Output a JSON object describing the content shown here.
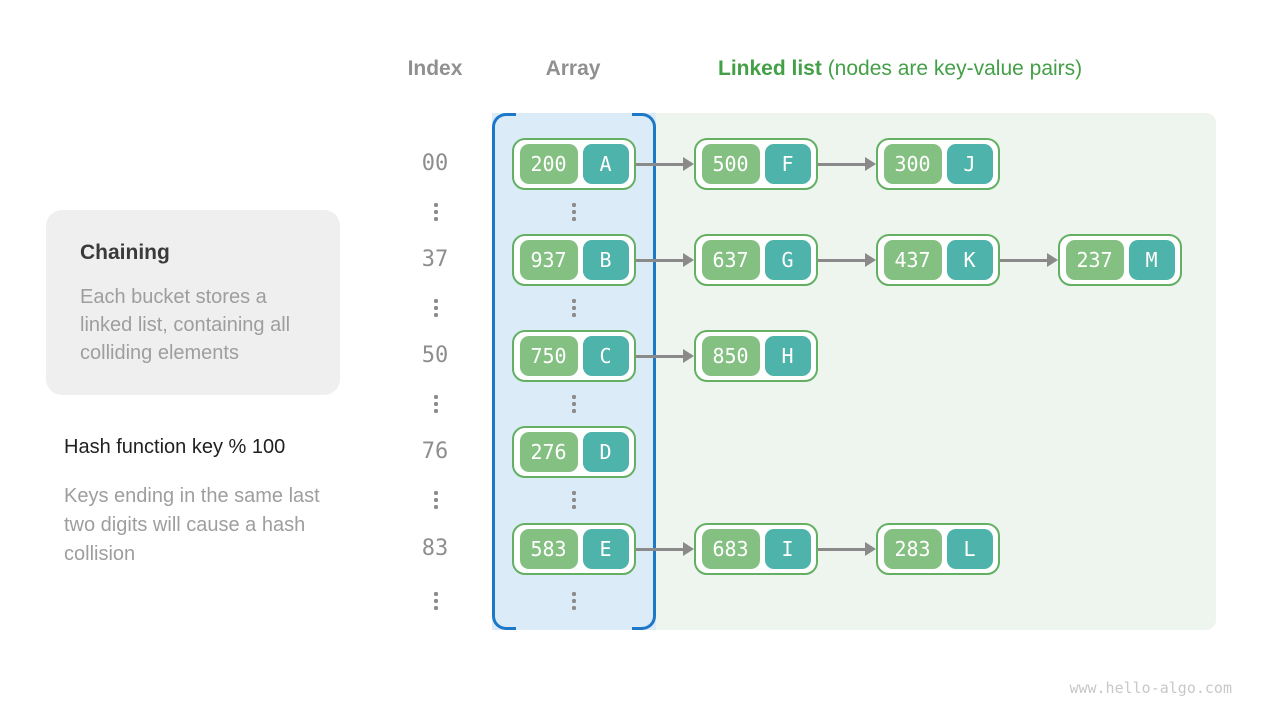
{
  "header": {
    "index_label": "Index",
    "array_label": "Array",
    "linked_list_bold": "Linked list",
    "linked_list_rest": " (nodes are key-value pairs)"
  },
  "info_box": {
    "title": "Chaining",
    "body": "Each bucket stores a linked list, containing all colliding elements"
  },
  "hash_note": {
    "title": "Hash function key % 100",
    "body": "Keys ending in the same last two digits will cause a hash collision"
  },
  "rows": [
    {
      "index": "00",
      "nodes": [
        {
          "key": "200",
          "value": "A"
        },
        {
          "key": "500",
          "value": "F"
        },
        {
          "key": "300",
          "value": "J"
        }
      ]
    },
    {
      "index": "37",
      "nodes": [
        {
          "key": "937",
          "value": "B"
        },
        {
          "key": "637",
          "value": "G"
        },
        {
          "key": "437",
          "value": "K"
        },
        {
          "key": "237",
          "value": "M"
        }
      ]
    },
    {
      "index": "50",
      "nodes": [
        {
          "key": "750",
          "value": "C"
        },
        {
          "key": "850",
          "value": "H"
        }
      ]
    },
    {
      "index": "76",
      "nodes": [
        {
          "key": "276",
          "value": "D"
        }
      ]
    },
    {
      "index": "83",
      "nodes": [
        {
          "key": "583",
          "value": "E"
        },
        {
          "key": "683",
          "value": "I"
        },
        {
          "key": "283",
          "value": "L"
        }
      ]
    }
  ],
  "watermark": "www.hello-algo.com",
  "colors": {
    "key_cell": "#85c083",
    "value_cell": "#4eb3aa",
    "node_border": "#63b063",
    "array_panel_bg": "#dcebf8",
    "array_panel_border": "#1d78c8",
    "list_panel_bg": "#edf5ee",
    "header_green": "#43a047",
    "header_gray": "#909090",
    "arrow_gray": "#8a8a8a"
  }
}
